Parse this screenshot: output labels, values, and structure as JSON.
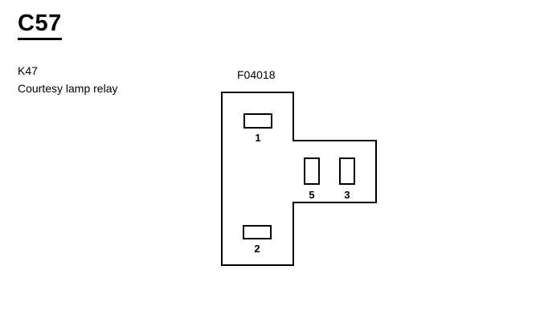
{
  "header": {
    "connector_id": "C57",
    "component_code": "K47",
    "component_name": "Courtesy lamp relay"
  },
  "connector": {
    "part_number": "F04018",
    "pins": [
      {
        "label": "1"
      },
      {
        "label": "5"
      },
      {
        "label": "3"
      },
      {
        "label": "2"
      }
    ]
  }
}
